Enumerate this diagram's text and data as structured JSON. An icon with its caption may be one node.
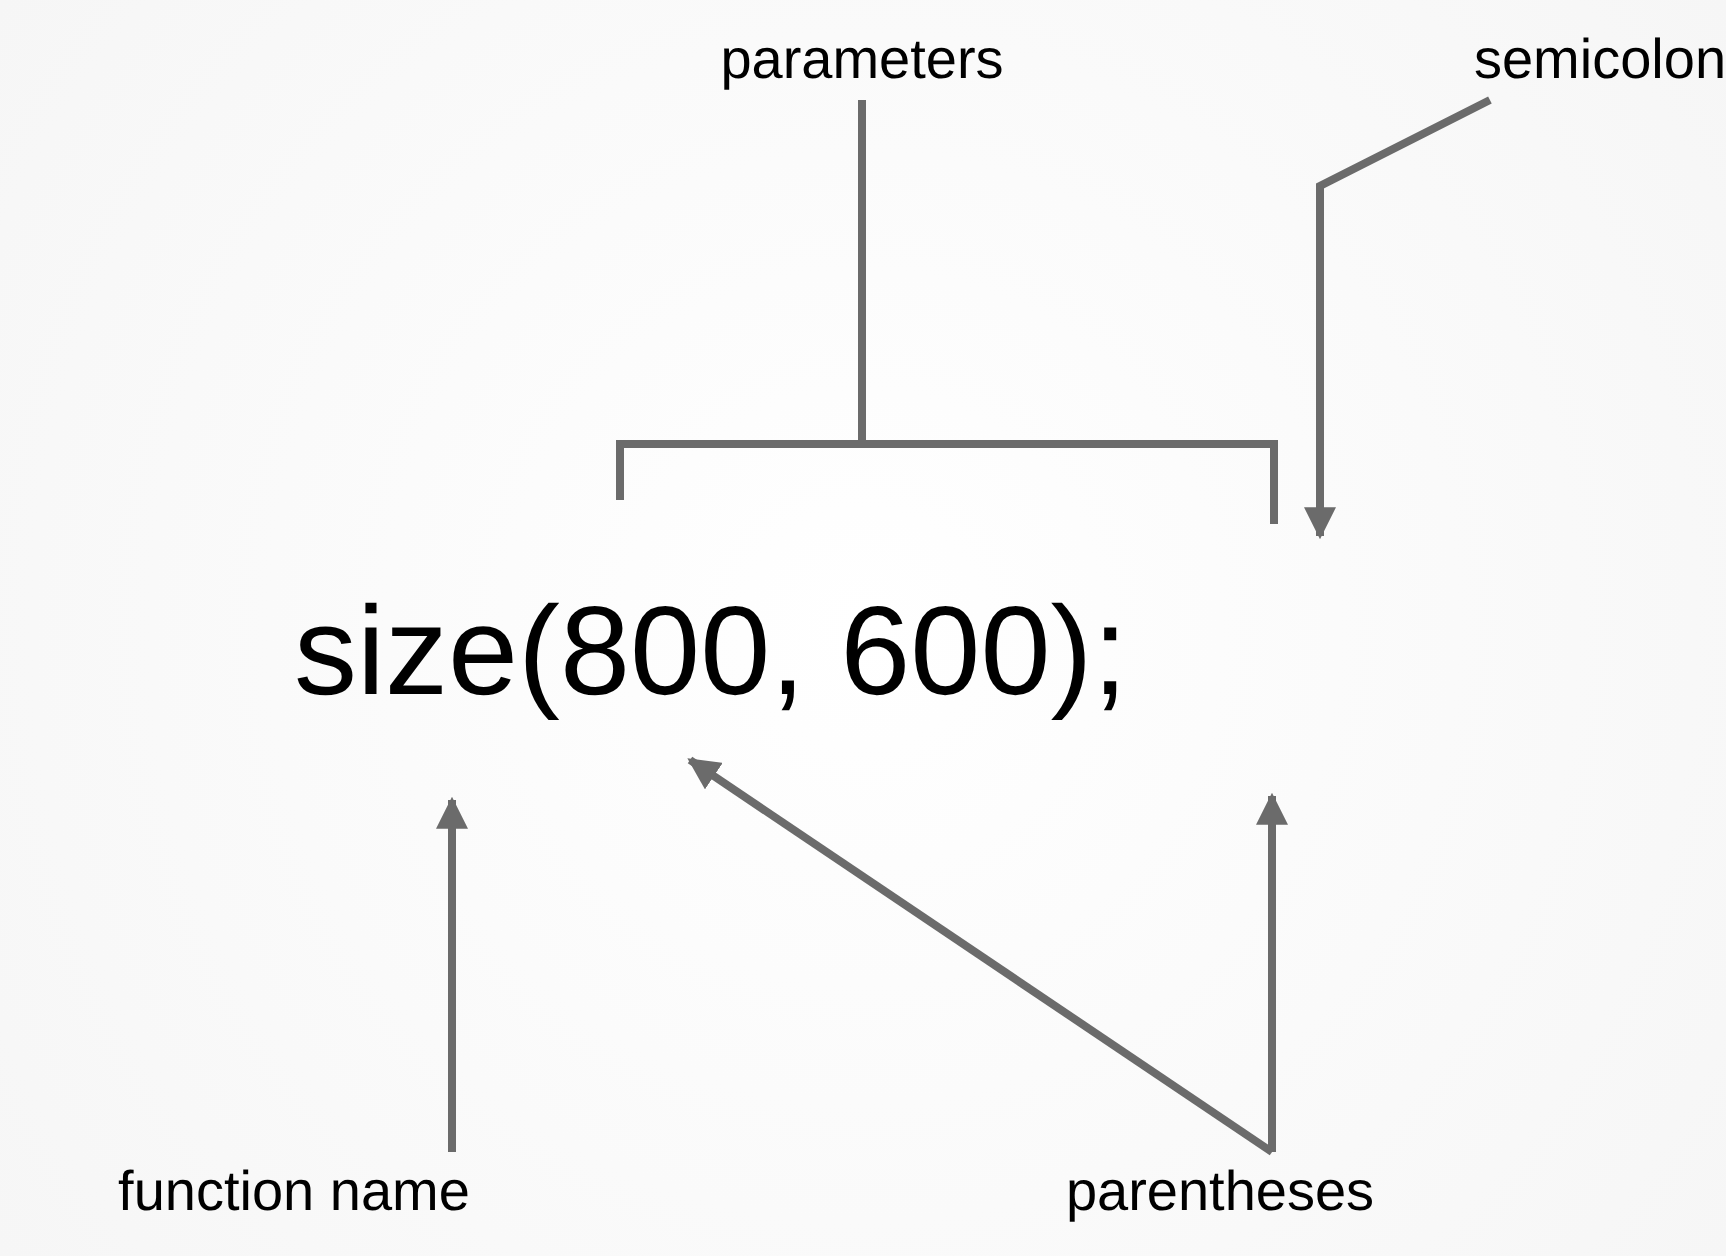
{
  "diagram": {
    "nodes": [
      {
        "text": [
          "parameters"
        ]
      },
      {
        "text": [
          "semicolon"
        ]
      },
      {
        "text": [
          "function name"
        ]
      },
      {
        "text": [
          "parentheses"
        ]
      }
    ],
    "edges": [
      {
        "from": 0,
        "to": null,
        "arrow": "none"
      },
      {
        "from": 1,
        "to": null,
        "arrow": "to"
      },
      {
        "from": 2,
        "to": null,
        "arrow": "to"
      },
      {
        "from": 3,
        "to": null,
        "arrow": "to"
      },
      {
        "from": 3,
        "to": null,
        "arrow": "to"
      }
    ],
    "labels": [
      "size(800, 600);"
    ]
  }
}
